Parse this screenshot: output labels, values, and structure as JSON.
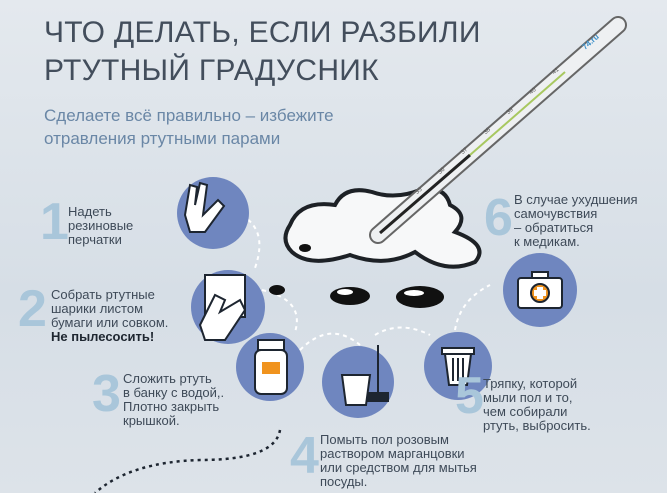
{
  "title": [
    "ЧТО ДЕЛАТЬ, ЕСЛИ РАЗБИЛИ",
    "РТУТНЫЙ ГРАДУСНИК"
  ],
  "subtitle": [
    "Сделаете всё правильно – избежите",
    "отравления ртутными парами"
  ],
  "thermometer": {
    "brand": "74.ru",
    "ticks": [
      "35",
      "36",
      "37",
      "38",
      "39",
      "40",
      "41"
    ]
  },
  "colors": {
    "circle": "#6f86bf",
    "number": "#a9c6da",
    "accent": "#f0931e"
  },
  "steps": [
    {
      "num": "1",
      "lines": [
        "Надеть",
        "резиновые",
        "перчатки"
      ],
      "icon": "gloves-icon"
    },
    {
      "num": "2",
      "lines": [
        "Собрать ртутные",
        "шарики листом",
        "бумаги или совком."
      ],
      "warning": "Не пылесосить!",
      "icon": "hand-paper-icon"
    },
    {
      "num": "3",
      "lines": [
        "Сложить ртуть",
        "в банку с водой,.",
        "Плотно закрыть",
        "крышкой."
      ],
      "icon": "jar-icon"
    },
    {
      "num": "4",
      "lines": [
        "Помыть пол розовым",
        "раствором марганцовки",
        "или средством для мытья",
        "посуды."
      ],
      "icon": "bucket-mop-icon"
    },
    {
      "num": "5",
      "lines": [
        "Тряпку, которой",
        "мыли пол и то,",
        "чем собирали",
        "ртуть, выбросить."
      ],
      "icon": "trash-can-icon"
    },
    {
      "num": "6",
      "lines": [
        "В случае ухудшения",
        "самочувствия",
        "– обратиться",
        "к медикам."
      ],
      "icon": "first-aid-kit-icon"
    }
  ]
}
